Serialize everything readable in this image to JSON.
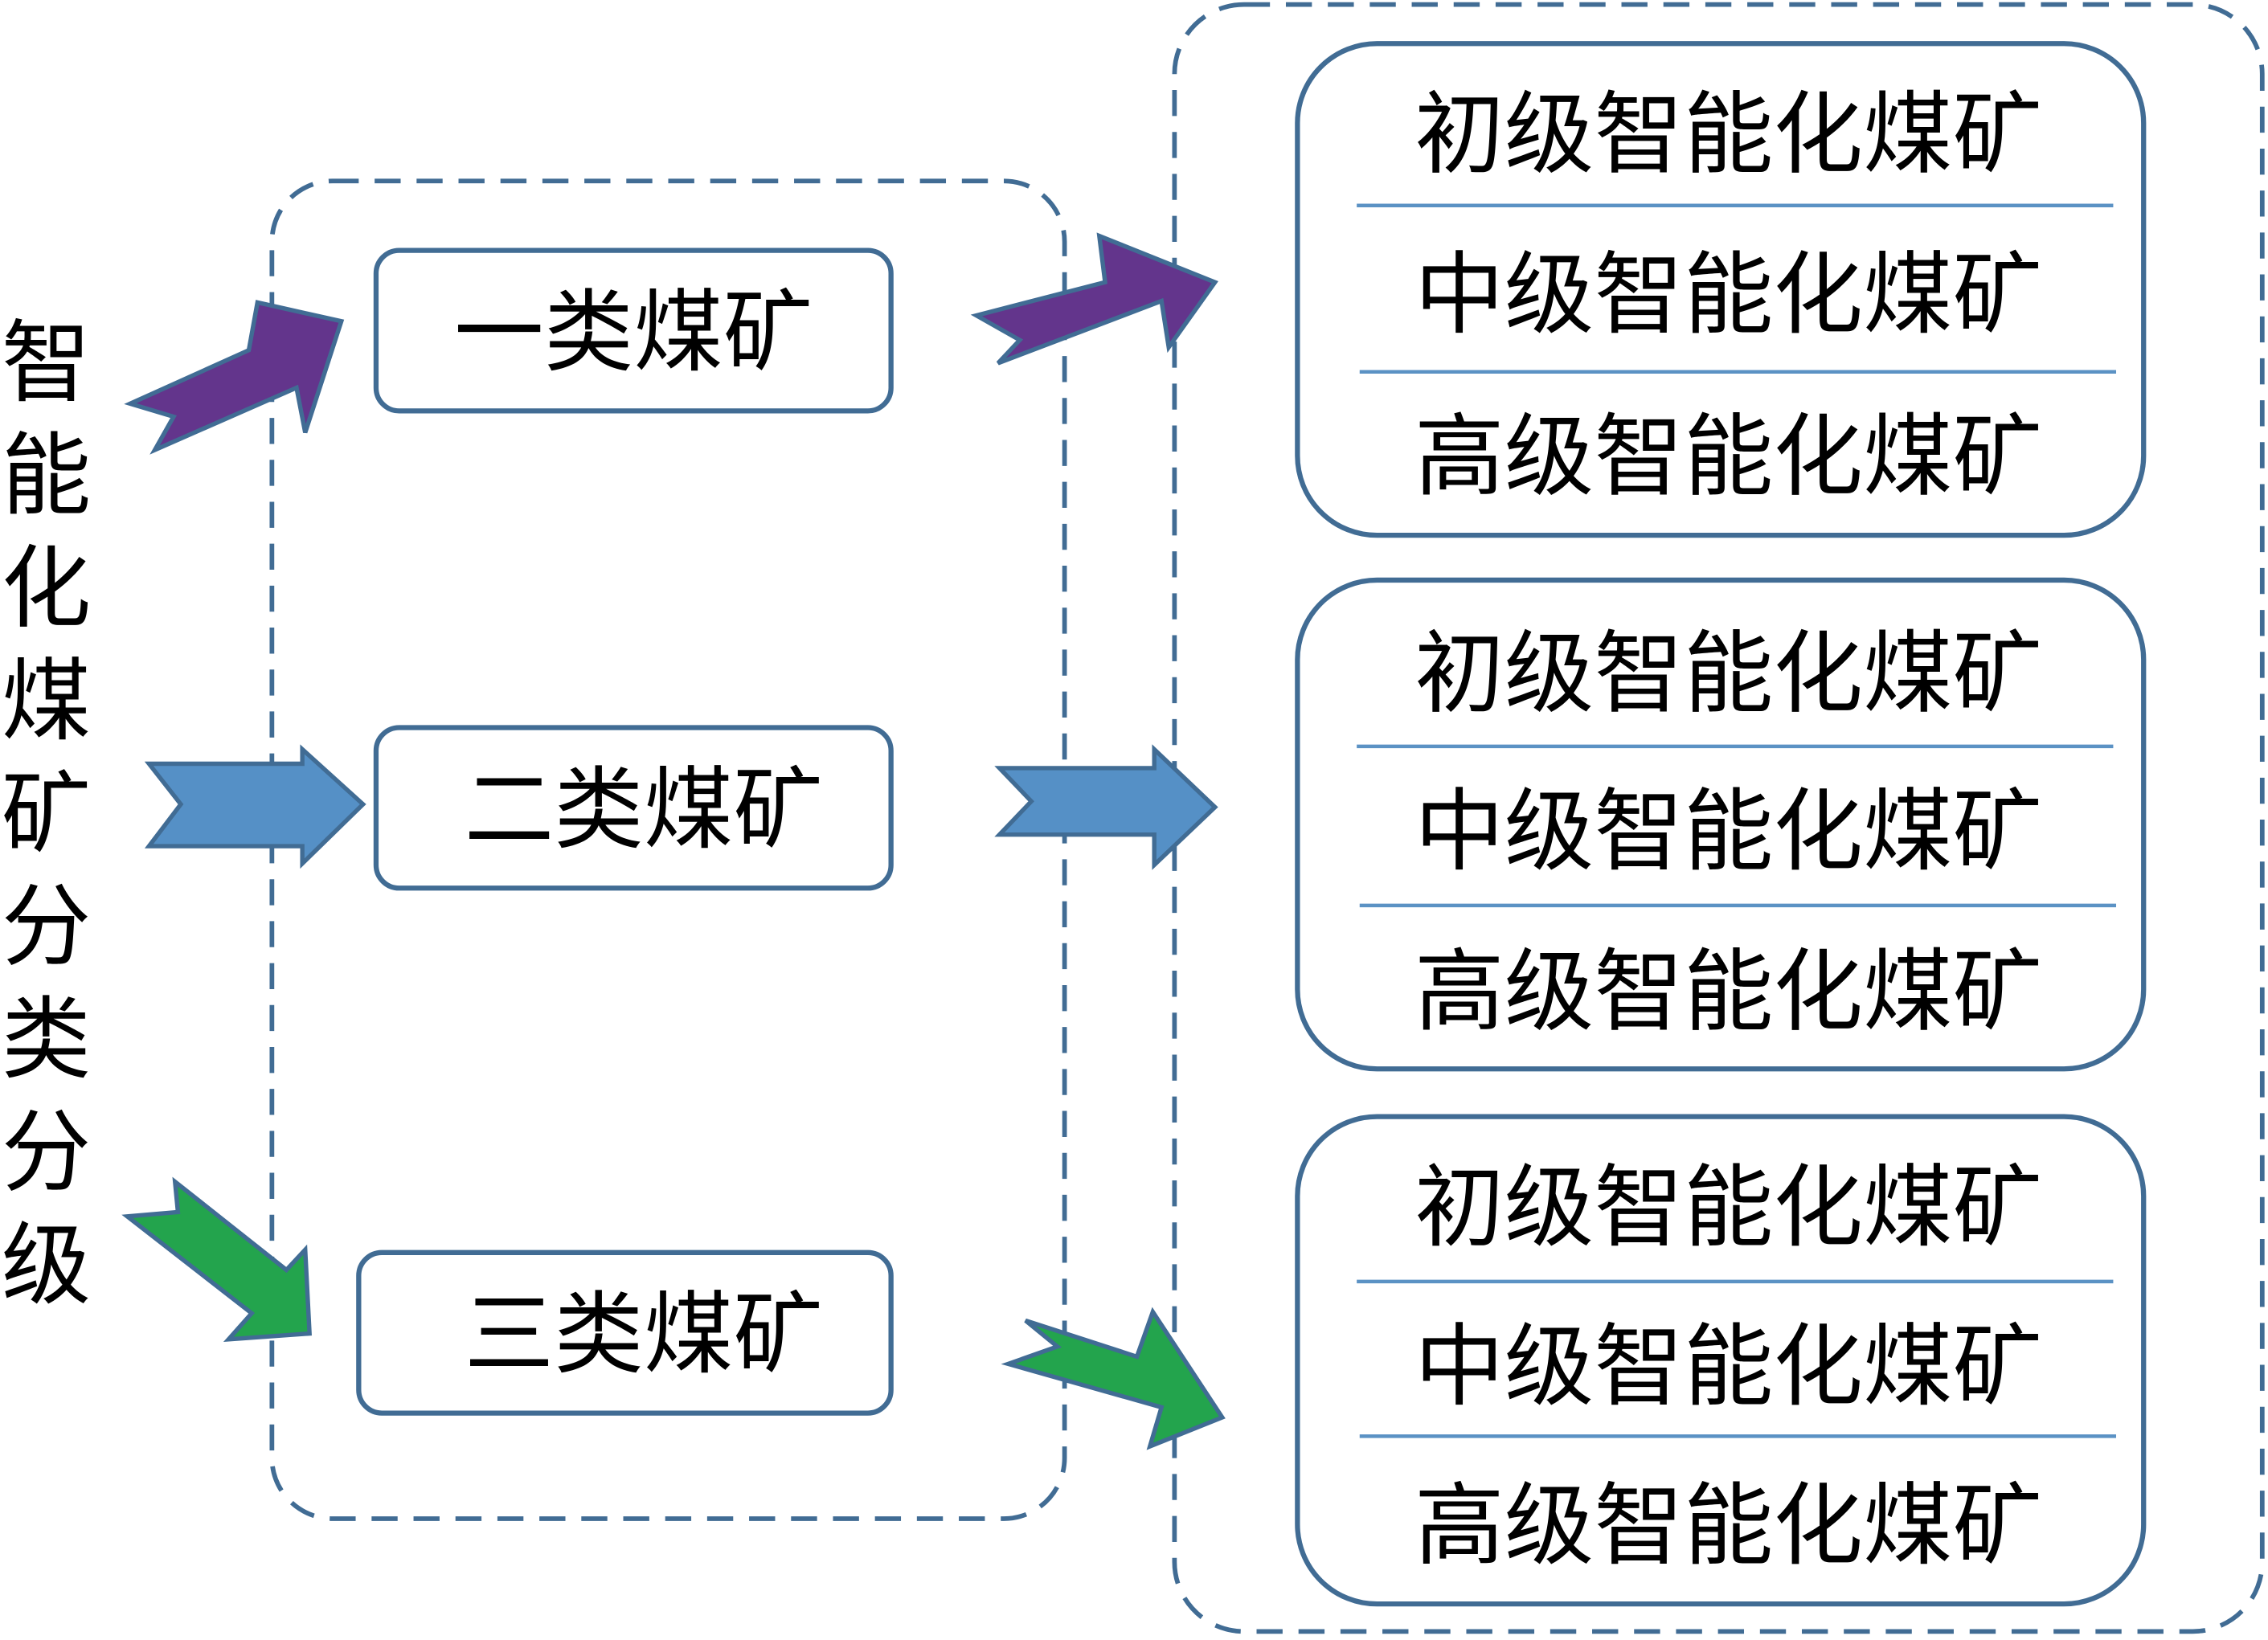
{
  "diagram": {
    "title_vertical": [
      "智",
      "能",
      "化",
      "煤",
      "矿",
      "分",
      "类",
      "分",
      "级"
    ],
    "title": "智能化煤矿分类分级",
    "categories": [
      {
        "label": "一类煤矿",
        "arrow_color": "#63358c"
      },
      {
        "label": "二类煤矿",
        "arrow_color": "#5590c6"
      },
      {
        "label": "三类煤矿",
        "arrow_color": "#23a44d"
      }
    ],
    "level_groups": [
      {
        "levels": [
          "初级智能化煤矿",
          "中级智能化煤矿",
          "高级智能化煤矿"
        ]
      },
      {
        "levels": [
          "初级智能化煤矿",
          "中级智能化煤矿",
          "高级智能化煤矿"
        ]
      },
      {
        "levels": [
          "初级智能化煤矿",
          "中级智能化煤矿",
          "高级智能化煤矿"
        ]
      }
    ],
    "colors": {
      "outline": "#416c94",
      "separator": "#5b92c4",
      "text": "#000000"
    }
  }
}
